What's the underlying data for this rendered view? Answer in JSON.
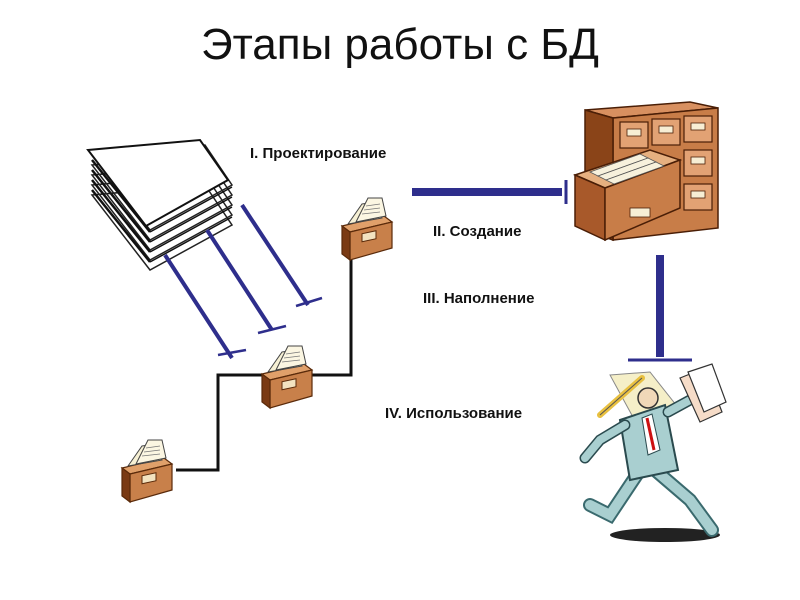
{
  "title": "Этапы работы с БД",
  "stages": [
    {
      "label": "I. Проектирование"
    },
    {
      "label": "II. Создание"
    },
    {
      "label": "III. Наполнение"
    },
    {
      "label": "IV. Использование"
    }
  ],
  "colors": {
    "arrow": "#2e2e8c",
    "drawer_wood": "#c8804a",
    "drawer_dark": "#7a3a14",
    "paper": "#f4eed0",
    "stair_line": "#111111",
    "figure_suit": "#a9cfd0"
  },
  "icons": [
    "paper-stack-icon",
    "small-drawer-icon",
    "card-cabinet-icon",
    "running-person-icon"
  ]
}
